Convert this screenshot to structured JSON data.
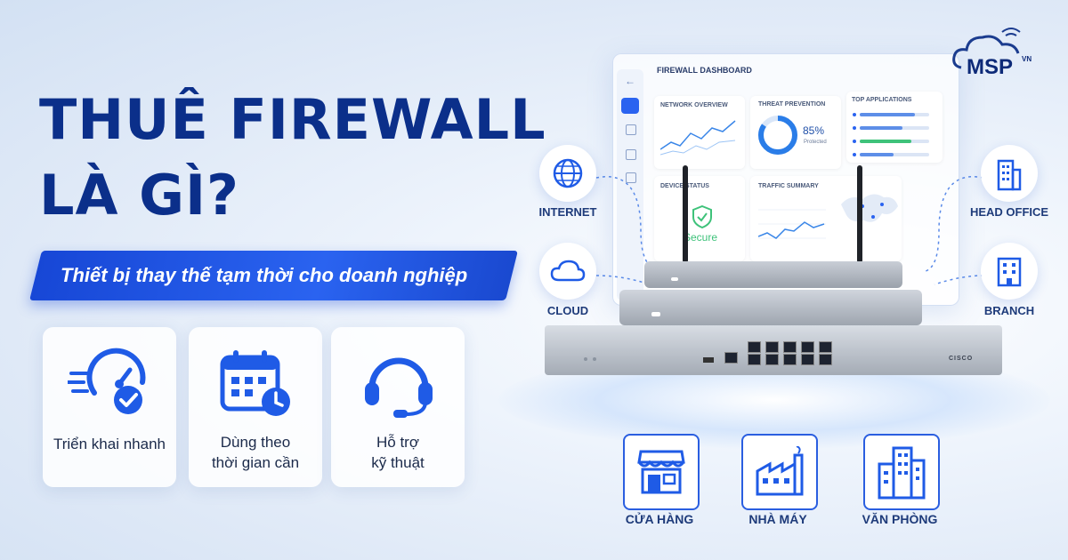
{
  "title": {
    "line1": "THUÊ FIREWALL",
    "line2": "LÀ GÌ?"
  },
  "subtitle": "Thiết bị thay thế tạm thời cho doanh nghiệp",
  "features": [
    {
      "label_line1": "Triển khai nhanh",
      "label_line2": "",
      "icon": "speedometer-check-icon"
    },
    {
      "label_line1": "Dùng theo",
      "label_line2": "thời gian cần",
      "icon": "calendar-clock-icon"
    },
    {
      "label_line1": "Hỗ trợ",
      "label_line2": "kỹ thuật",
      "icon": "headset-icon"
    }
  ],
  "logo": {
    "text": "MSP",
    "suffix": "VN"
  },
  "dashboard": {
    "title": "FIREWALL DASHBOARD",
    "network_overview": "NETWORK OVERVIEW",
    "threat_prevention": "THREAT PREVENTION",
    "threat_value": "85%",
    "threat_caption": "Protected",
    "top_applications": "TOP APPLICATIONS",
    "device_status": "DEVICE STATUS",
    "device_status_value": "Secure",
    "traffic_summary": "TRAFFIC SUMMARY"
  },
  "nodes": {
    "internet": "INTERNET",
    "cloud": "CLOUD",
    "head_office": "HEAD OFFICE",
    "branch": "BRANCH"
  },
  "device_brand": "CISCO",
  "businesses": [
    {
      "label": "CỬA HÀNG",
      "icon": "store-icon"
    },
    {
      "label": "NHÀ MÁY",
      "icon": "factory-icon"
    },
    {
      "label": "VĂN PHÒNG",
      "icon": "office-building-icon"
    }
  ],
  "colors": {
    "primary": "#0b2f8a",
    "accent": "#2a63f0",
    "ring": "#2a7de8",
    "bar_green": "#3ec27a"
  }
}
